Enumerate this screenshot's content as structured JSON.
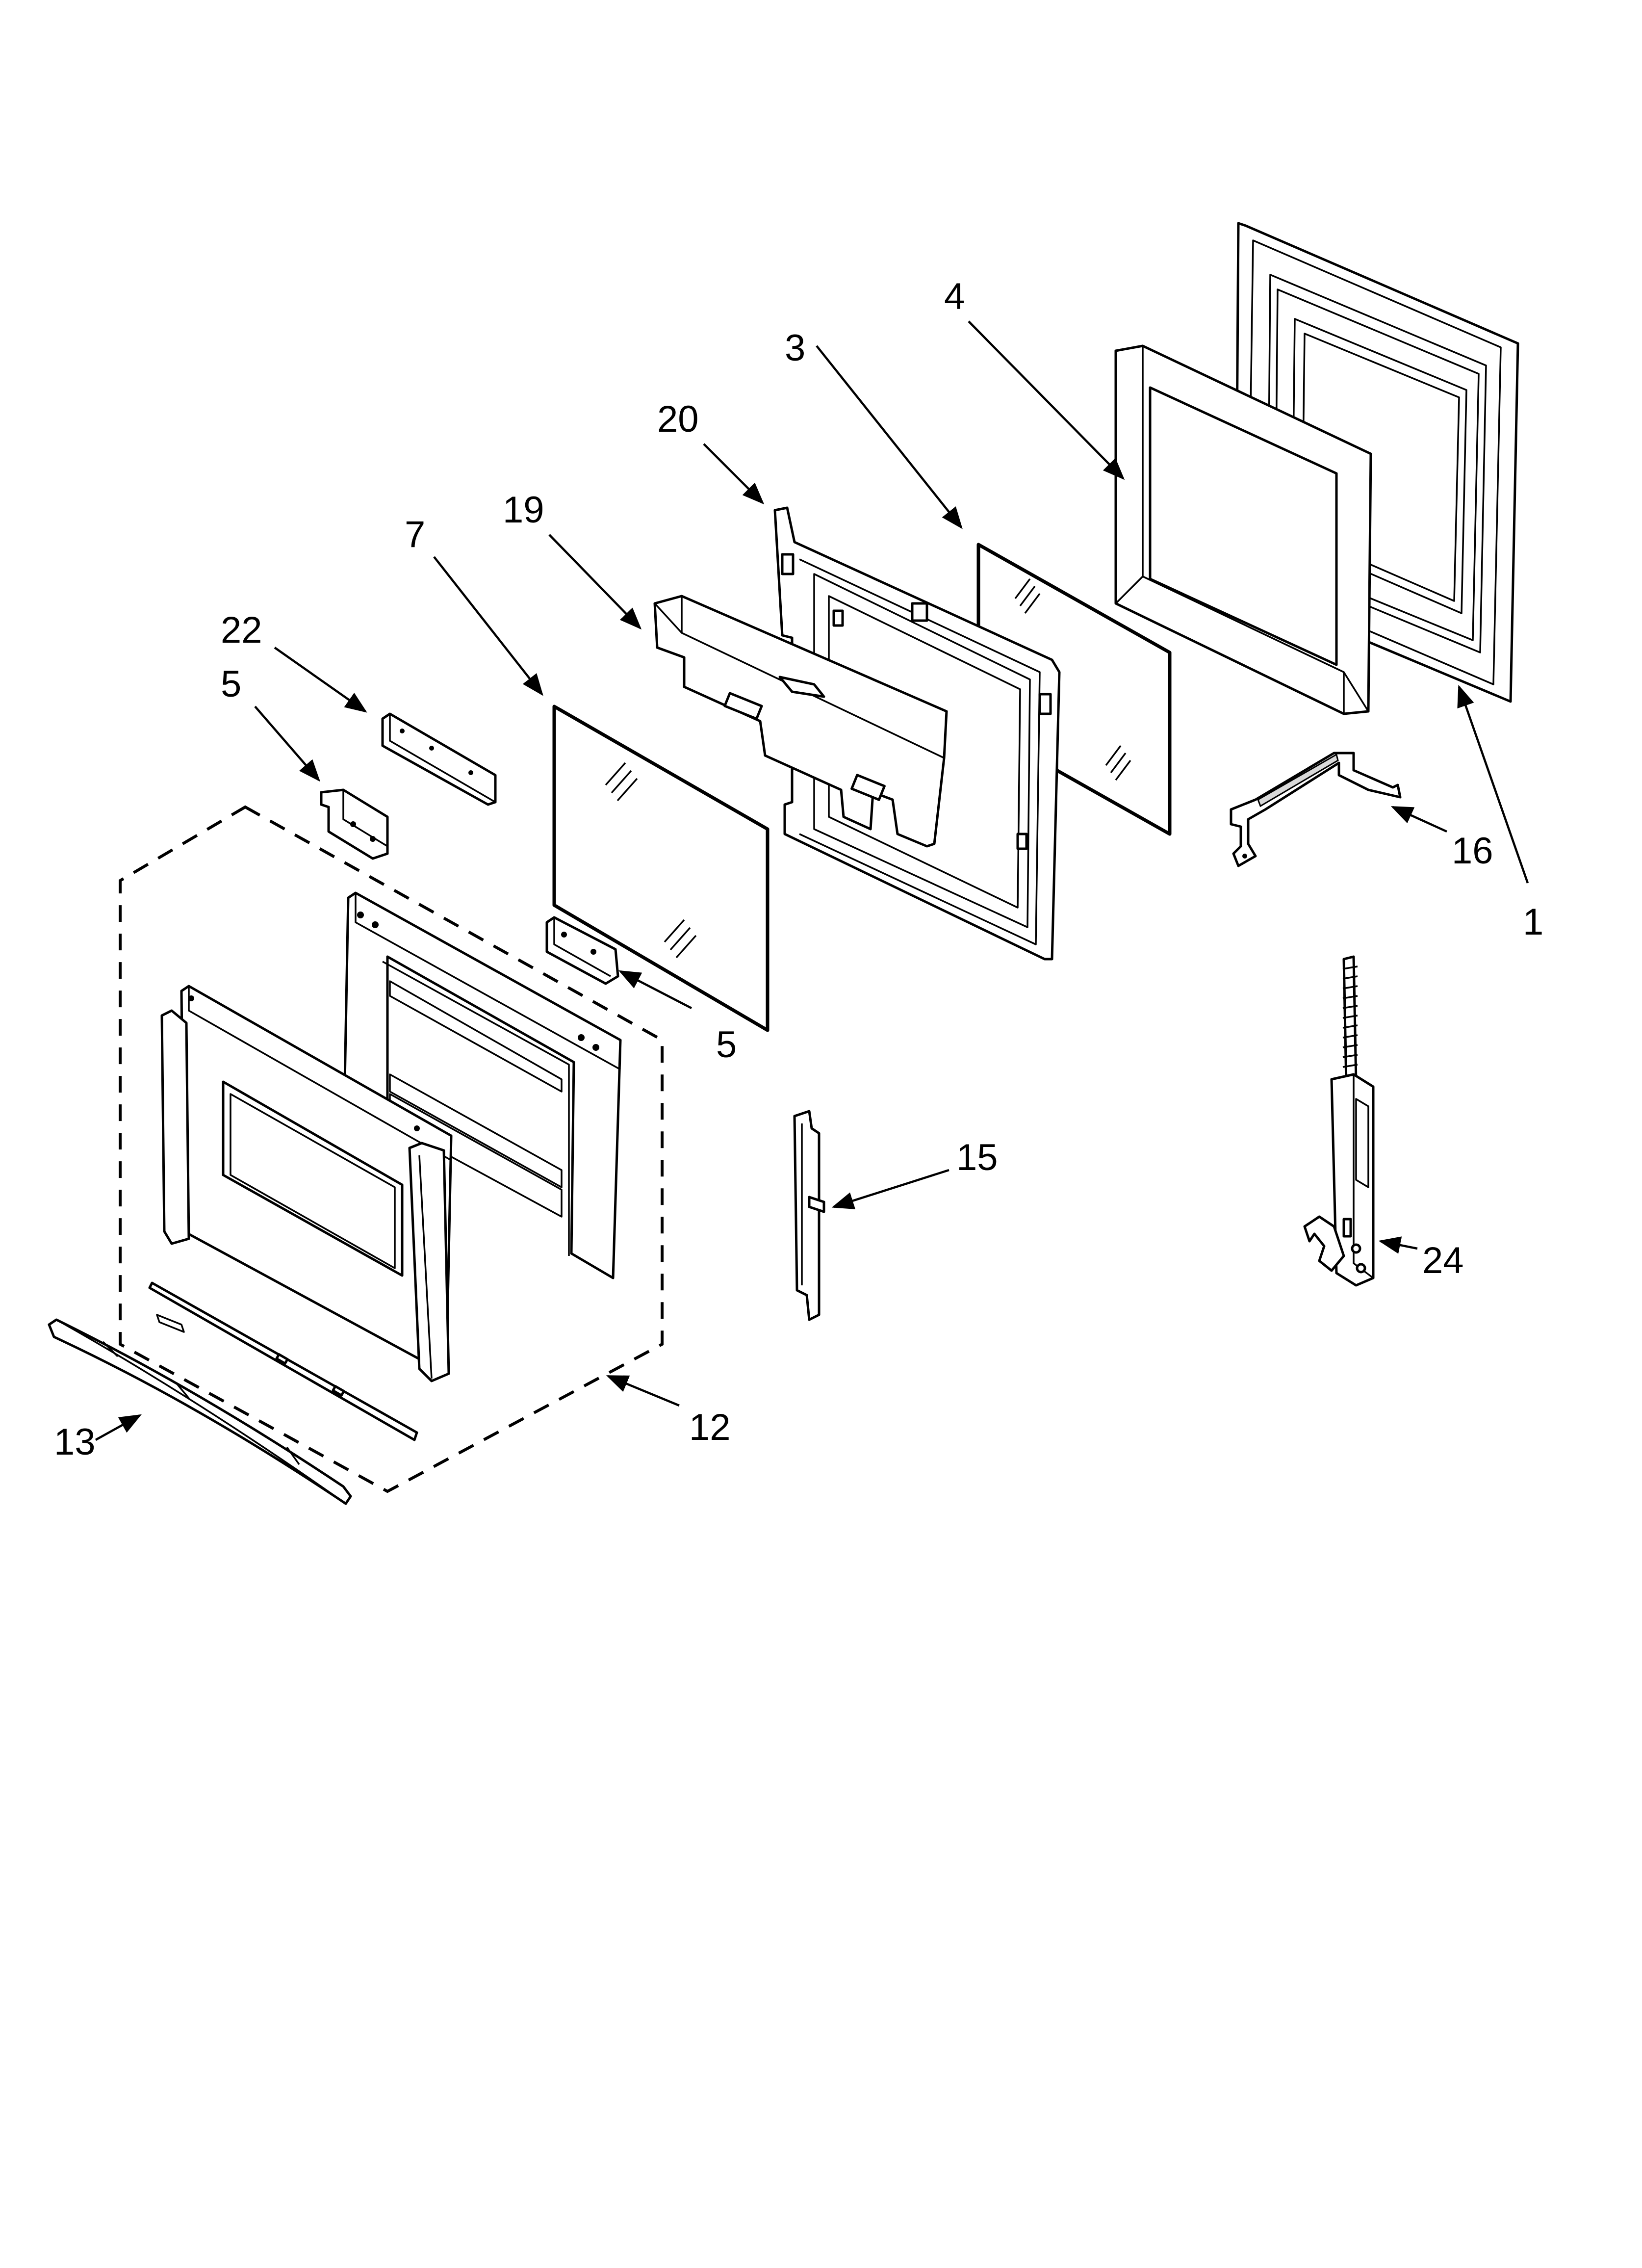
{
  "diagram": {
    "callouts": {
      "c1": "1",
      "c3": "3",
      "c4": "4",
      "c5a": "5",
      "c5b": "5",
      "c7": "7",
      "c12": "12",
      "c13": "13",
      "c15": "15",
      "c16": "16",
      "c19": "19",
      "c20": "20",
      "c22": "22",
      "c24": "24"
    },
    "parts": [
      "part-1-inner-door-panel",
      "part-3-glass",
      "part-4-frame",
      "part-5-bracket",
      "part-7-glass",
      "part-12-outer-door-assembly",
      "part-13-handle",
      "part-15-channel",
      "part-16-shield",
      "part-19-baffle",
      "part-20-door-liner",
      "part-22-bracket",
      "part-24-hinge"
    ]
  }
}
